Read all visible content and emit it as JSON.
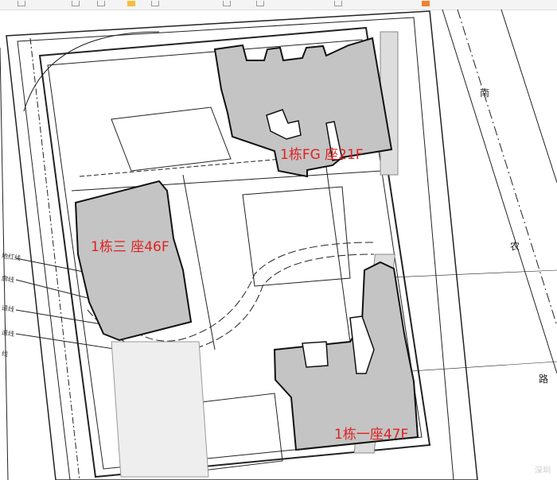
{
  "buildings": [
    {
      "label": "1栋FG 座21F"
    },
    {
      "label": "1栋三 座46F"
    },
    {
      "label": "1栋一座47F"
    }
  ],
  "road": {
    "chars": [
      "南",
      "农",
      "路"
    ]
  },
  "side_labels": [
    "地红线",
    "廓线",
    "退线",
    "退线",
    "线"
  ],
  "watermark": "深圳",
  "colors": {
    "building_fill": "#c4c4c4",
    "label": "#e02020",
    "line": "#222222"
  }
}
